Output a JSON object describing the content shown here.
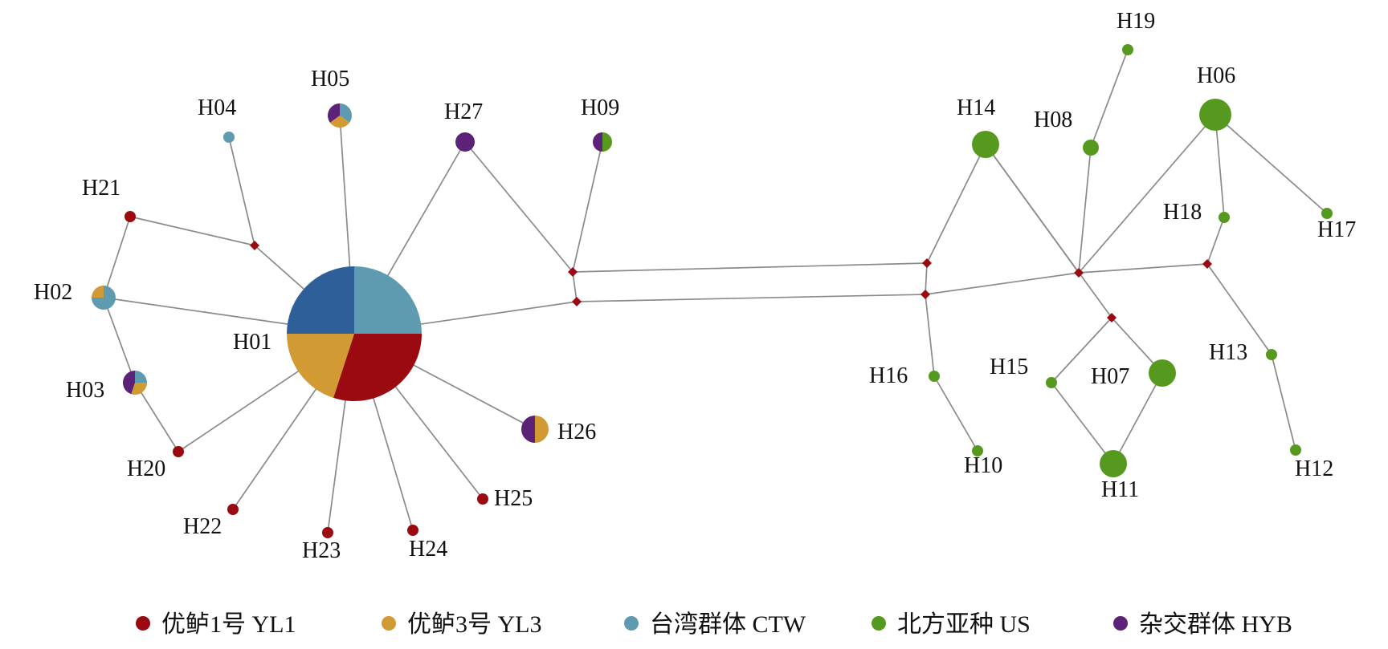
{
  "colors": {
    "YL1": "#9b0a10",
    "YL3": "#d29a32",
    "CTW": "#5f9bb0",
    "US": "#559a1f",
    "HYB": "#5b2277",
    "BLUE": "#2f5f98",
    "median": "#9b0a10",
    "edge": "#8a8a8a"
  },
  "legend": [
    {
      "key": "YL1",
      "label": "优鲈1号 YL1"
    },
    {
      "key": "YL3",
      "label": "优鲈3号 YL3"
    },
    {
      "key": "CTW",
      "label": "台湾群体 CTW"
    },
    {
      "key": "US",
      "label": "北方亚种 US"
    },
    {
      "key": "HYB",
      "label": "杂交群体 HYB"
    }
  ],
  "haplotypes": [
    {
      "id": "H01",
      "label": "H01",
      "pie": [
        [
          "CTW",
          0.25
        ],
        [
          "YL1",
          0.3
        ],
        [
          "YL3",
          0.2
        ],
        [
          "BLUE",
          0.25
        ]
      ]
    },
    {
      "id": "H02",
      "label": "H02",
      "pie": [
        [
          "CTW",
          0.75
        ],
        [
          "YL3",
          0.25
        ]
      ]
    },
    {
      "id": "H03",
      "label": "H03",
      "pie": [
        [
          "CTW",
          0.25
        ],
        [
          "YL3",
          0.3
        ],
        [
          "HYB",
          0.45
        ]
      ]
    },
    {
      "id": "H04",
      "label": "H04",
      "pie": [
        [
          "CTW",
          1
        ]
      ]
    },
    {
      "id": "H05",
      "label": "H05",
      "pie": [
        [
          "CTW",
          0.35
        ],
        [
          "YL3",
          0.3
        ],
        [
          "HYB",
          0.35
        ]
      ]
    },
    {
      "id": "H06",
      "label": "H06",
      "pie": [
        [
          "US",
          1
        ]
      ]
    },
    {
      "id": "H07",
      "label": "H07",
      "pie": [
        [
          "US",
          1
        ]
      ]
    },
    {
      "id": "H08",
      "label": "H08",
      "pie": [
        [
          "US",
          1
        ]
      ]
    },
    {
      "id": "H09",
      "label": "H09",
      "pie": [
        [
          "US",
          0.5
        ],
        [
          "HYB",
          0.5
        ]
      ]
    },
    {
      "id": "H10",
      "label": "H10",
      "pie": [
        [
          "US",
          1
        ]
      ]
    },
    {
      "id": "H11",
      "label": "H11",
      "pie": [
        [
          "US",
          1
        ]
      ]
    },
    {
      "id": "H12",
      "label": "H12",
      "pie": [
        [
          "US",
          1
        ]
      ]
    },
    {
      "id": "H13",
      "label": "H13",
      "pie": [
        [
          "US",
          1
        ]
      ]
    },
    {
      "id": "H14",
      "label": "H14",
      "pie": [
        [
          "US",
          1
        ]
      ]
    },
    {
      "id": "H15",
      "label": "H15",
      "pie": [
        [
          "US",
          1
        ]
      ]
    },
    {
      "id": "H16",
      "label": "H16",
      "pie": [
        [
          "US",
          1
        ]
      ]
    },
    {
      "id": "H17",
      "label": "H17",
      "pie": [
        [
          "US",
          1
        ]
      ]
    },
    {
      "id": "H18",
      "label": "H18",
      "pie": [
        [
          "US",
          1
        ]
      ]
    },
    {
      "id": "H19",
      "label": "H19",
      "pie": [
        [
          "US",
          1
        ]
      ]
    },
    {
      "id": "H20",
      "label": "H20",
      "pie": [
        [
          "YL1",
          1
        ]
      ]
    },
    {
      "id": "H21",
      "label": "H21",
      "pie": [
        [
          "YL1",
          1
        ]
      ]
    },
    {
      "id": "H22",
      "label": "H22",
      "pie": [
        [
          "YL1",
          1
        ]
      ]
    },
    {
      "id": "H23",
      "label": "H23",
      "pie": [
        [
          "YL1",
          1
        ]
      ]
    },
    {
      "id": "H24",
      "label": "H24",
      "pie": [
        [
          "YL1",
          1
        ]
      ]
    },
    {
      "id": "H25",
      "label": "H25",
      "pie": [
        [
          "YL1",
          1
        ]
      ]
    },
    {
      "id": "H26",
      "label": "H26",
      "pie": [
        [
          "YL3",
          0.5
        ],
        [
          "HYB",
          0.5
        ]
      ]
    },
    {
      "id": "H27",
      "label": "H27",
      "pie": [
        [
          "HYB",
          1
        ]
      ]
    }
  ],
  "edges": [
    [
      "H01",
      "H05"
    ],
    [
      "H01",
      "m1"
    ],
    [
      "m1",
      "H04"
    ],
    [
      "m1",
      "H21"
    ],
    [
      "H21",
      "H02"
    ],
    [
      "H01",
      "H02"
    ],
    [
      "H02",
      "H03"
    ],
    [
      "H03",
      "H20"
    ],
    [
      "H20",
      "H01"
    ],
    [
      "H01",
      "H22"
    ],
    [
      "H01",
      "H23"
    ],
    [
      "H01",
      "H24"
    ],
    [
      "H01",
      "H25"
    ],
    [
      "H01",
      "H26"
    ],
    [
      "H01",
      "H27"
    ],
    [
      "H27",
      "m2"
    ],
    [
      "H09",
      "m2"
    ],
    [
      "m2",
      "m3"
    ],
    [
      "H01",
      "m3"
    ],
    [
      "m2",
      "m4"
    ],
    [
      "m3",
      "m5"
    ],
    [
      "m4",
      "m5"
    ],
    [
      "m4",
      "H14"
    ],
    [
      "H14",
      "m6"
    ],
    [
      "m5",
      "m6"
    ],
    [
      "m5",
      "H16"
    ],
    [
      "H16",
      "H10"
    ],
    [
      "m6",
      "H08"
    ],
    [
      "H08",
      "H19"
    ],
    [
      "m6",
      "H06"
    ],
    [
      "H06",
      "H18"
    ],
    [
      "H06",
      "H17"
    ],
    [
      "m6",
      "m8"
    ],
    [
      "m8",
      "H18"
    ],
    [
      "m8",
      "H13"
    ],
    [
      "H13",
      "H12"
    ],
    [
      "H14",
      "m7"
    ],
    [
      "m7",
      "H15"
    ],
    [
      "m7",
      "H07"
    ],
    [
      "H15",
      "H11"
    ],
    [
      "H07",
      "H11"
    ]
  ]
}
